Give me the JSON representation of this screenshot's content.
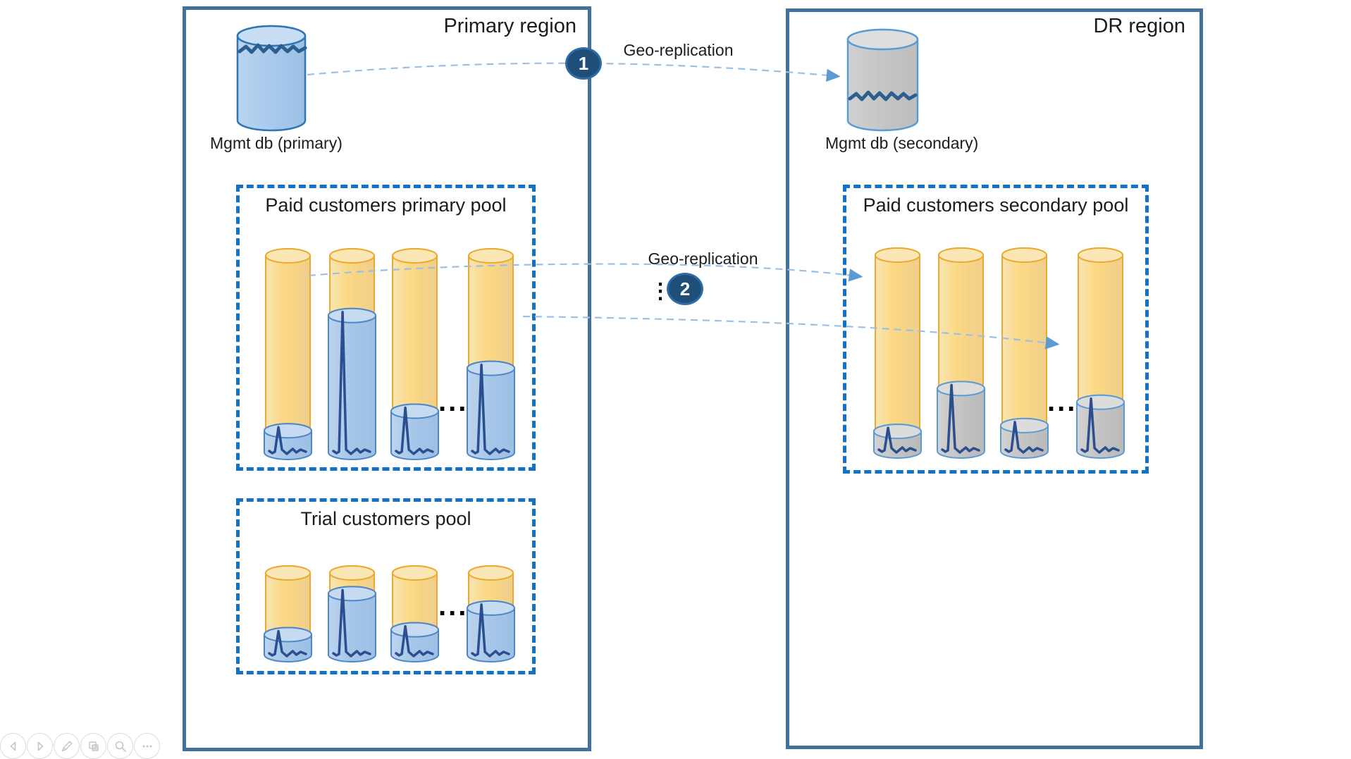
{
  "page": {
    "background": "#FFFFFF"
  },
  "regions": {
    "primary": {
      "title": "Primary region"
    },
    "dr": {
      "title": "DR region"
    }
  },
  "databases": {
    "mgmt_primary": {
      "label": "Mgmt db (primary)",
      "style": "blue"
    },
    "mgmt_secondary": {
      "label": "Mgmt db (secondary)",
      "style": "gray"
    }
  },
  "replication": {
    "step1": {
      "badge": "1",
      "label": "Geo-replication",
      "from": "mgmt_primary",
      "to": "mgmt_secondary"
    },
    "step2": {
      "badge": "2",
      "label": "Geo-replication",
      "dots": "⋮",
      "from": "paid_primary_pool",
      "to": "paid_secondary_pool"
    }
  },
  "pools": {
    "paid_primary": {
      "title": "Paid customers primary pool",
      "fill_style": "blue",
      "db_fill_levels": [
        0.14,
        0.73,
        0.24,
        0.46
      ],
      "ellipsis": "..."
    },
    "paid_secondary": {
      "title": "Paid customers secondary pool",
      "fill_style": "gray",
      "db_fill_levels": [
        0.13,
        0.35,
        0.16,
        0.28
      ],
      "ellipsis": "..."
    },
    "trial": {
      "title": "Trial customers pool",
      "fill_style": "blue",
      "db_fill_levels": [
        0.32,
        0.83,
        0.38,
        0.65
      ],
      "ellipsis": "..."
    }
  },
  "colors": {
    "region_border": "#41719C",
    "pool_border": "#1371C6",
    "cylinder_yellow_stroke": "#EDA92F",
    "cylinder_blue_stroke": "#4E87C7",
    "cylinder_gray_stroke": "#5B9BD5",
    "mgmt_blue_stroke": "#2E75B6",
    "badge_fill": "#1F4E79",
    "arrow": "#9DC0E2",
    "arrowhead": "#5B9BD5",
    "chart_line": "#2B4F8E",
    "squiggle": "#2C5F8F",
    "text": "#1C1C1C"
  },
  "toolbar": {
    "buttons": [
      {
        "name": "previous",
        "icon": "triangle-left-icon"
      },
      {
        "name": "next",
        "icon": "triangle-right-icon"
      },
      {
        "name": "pen",
        "icon": "pen-icon"
      },
      {
        "name": "slides",
        "icon": "slides-icon"
      },
      {
        "name": "zoom",
        "icon": "magnifier-icon"
      },
      {
        "name": "more",
        "icon": "ellipsis-icon"
      }
    ]
  }
}
